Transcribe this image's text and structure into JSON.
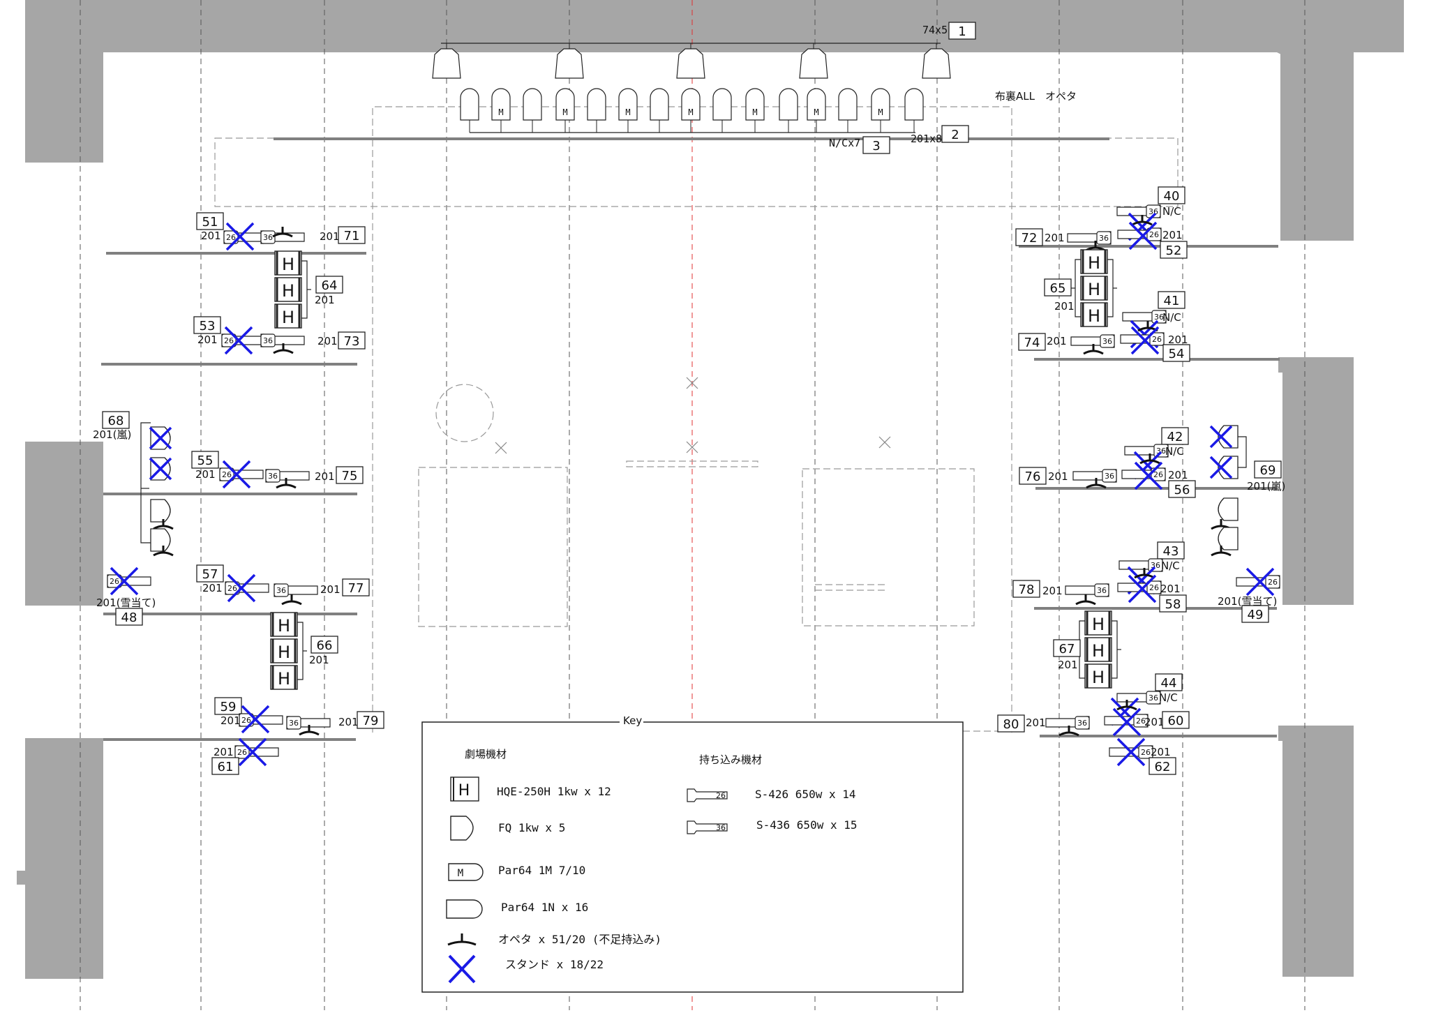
{
  "top": {
    "note": "布裏ALL　オペタ",
    "label_74x5": "74x5",
    "label_201x8": "201x8",
    "label_nc7": "N/Cx7",
    "ch1": "1",
    "ch2": "2",
    "ch3": "3"
  },
  "channels": {
    "c40": "40",
    "c41": "41",
    "c42": "42",
    "c43": "43",
    "c44": "44",
    "c48": "48",
    "c49": "49",
    "c51": "51",
    "c52": "52",
    "c53": "53",
    "c54": "54",
    "c55": "55",
    "c56": "56",
    "c57": "57",
    "c58": "58",
    "c59": "59",
    "c60": "60",
    "c61": "61",
    "c62": "62",
    "c64": "64",
    "c65": "65",
    "c66": "66",
    "c67": "67",
    "c68": "68",
    "c69": "69",
    "c71": "71",
    "c72": "72",
    "c73": "73",
    "c74": "74",
    "c75": "75",
    "c76": "76",
    "c77": "77",
    "c78": "78",
    "c79": "79",
    "c80": "80"
  },
  "text": {
    "g201": "201",
    "nc": "N/C",
    "storm": "201(嵐)",
    "snow": "201(雪当て)",
    "t26": "26",
    "t36": "36",
    "H": "H",
    "M": "M"
  },
  "key": {
    "title": "Key",
    "col1_heading": "劇場機材",
    "col2_heading": "持ち込み機材",
    "items": [
      "HQE-250H 1kw x 12",
      "FQ 1kw x 5",
      "Par64 1M 7/10",
      "Par64 1N x 16",
      "オペタ x 51/20 (不足持込み)",
      "スタンド x 18/22",
      "S-426 650w x 14",
      "S-436 650w x 15"
    ],
    "sym_h": "H",
    "sym_m": "M",
    "sym_26": "26",
    "sym_36": "36"
  },
  "colors": {
    "wall": "#a6a6a6",
    "pipe": "#808080",
    "stand_x": "#1a1ae6",
    "center_line": "#e03030",
    "dashed": "#555555"
  }
}
